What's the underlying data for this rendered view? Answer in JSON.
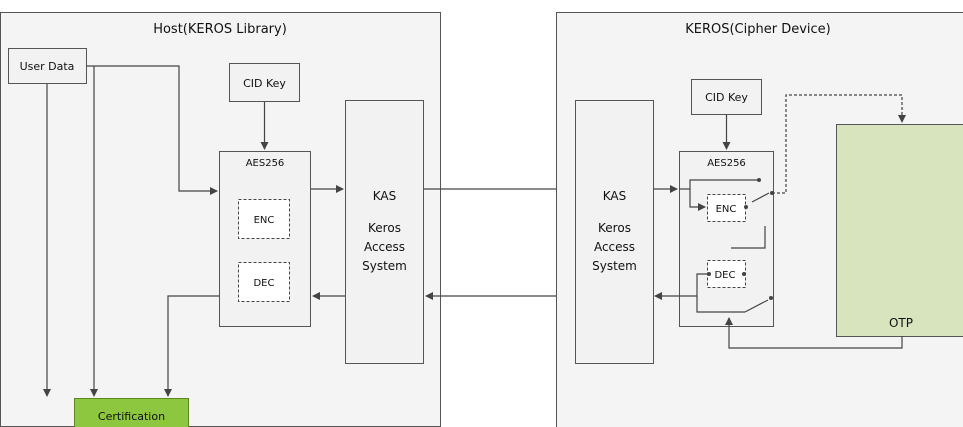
{
  "host": {
    "title": "Host(KEROS Library)",
    "user_data": "User Data",
    "cid_key": "CID Key",
    "aes": "AES256",
    "enc": "ENC",
    "dec": "DEC",
    "kas": "KAS",
    "kas_line1": "Keros",
    "kas_line2": "Access",
    "kas_line3": "System",
    "certification": "Certification"
  },
  "device": {
    "title": "KEROS(Cipher Device)",
    "cid_key": "CID Key",
    "aes": "AES256",
    "enc": "ENC",
    "dec": "DEC",
    "kas": "KAS",
    "kas_line1": "Keros",
    "kas_line2": "Access",
    "kas_line3": "System",
    "otp": "OTP"
  },
  "colors": {
    "panel": "#f4f4f4",
    "box": "#f2f2f2",
    "otp": "#d7e4bd",
    "certification": "#8dc63f"
  }
}
